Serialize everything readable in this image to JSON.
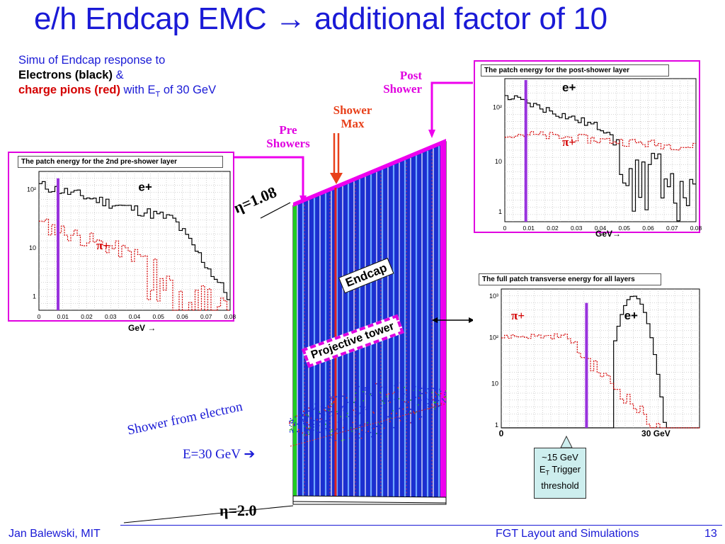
{
  "title": "e/h Endcap EMC → additional factor of 10",
  "intro": {
    "line1": "Simu of Endcap response to",
    "electrons": "Electrons (black)",
    "amp": "&",
    "pions": "charge pions (red)",
    "with": "with E",
    "sub_t": "T",
    "of30": "of 30 GeV"
  },
  "detector": {
    "post_shower": [
      "Post",
      "Shower"
    ],
    "shower_max": [
      "Shower",
      "Max"
    ],
    "pre_showers": [
      "Pre",
      "Showers"
    ],
    "eta_top": "η=1.08",
    "eta_bottom": "η=2.0",
    "endcap": "Endcap",
    "projective_tower": "Projective tower",
    "shower_from_electron": "Shower from electron",
    "shower_energy": "E=30 GeV"
  },
  "colors": {
    "title_blue": "#1a1ad6",
    "magenta": "#e000e0",
    "electron": "#000000",
    "pion": "#d40000",
    "threshold": "#9933dd",
    "shower_max_arrow": "#e8401a",
    "trigger_box": "#cdeeee"
  },
  "plots": [
    {
      "id": "pre-shower",
      "heading": "The patch energy for the 2nd pre-shower layer",
      "xaxis": "GeV →",
      "xticks": [
        "0",
        "0.01",
        "0.02",
        "0.03",
        "0.04",
        "0.05",
        "0.06",
        "0.07",
        "0.08"
      ],
      "yticks": [
        "10²",
        "10",
        "1"
      ],
      "label_e": "e+",
      "label_pi": "π+"
    },
    {
      "id": "post-shower",
      "heading": "The patch energy for the post-shower layer",
      "xaxis": "GeV→",
      "xticks": [
        "0",
        "0.01",
        "0.02",
        "0.03",
        "0.04",
        "0.05",
        "0.06",
        "0.07",
        "0.08"
      ],
      "yticks": [
        "10²",
        "10",
        "1"
      ],
      "label_e": "e+",
      "label_pi": "π+"
    },
    {
      "id": "full-patch",
      "heading": "The full patch transverse energy for all layers",
      "xticks": [
        "0",
        "30 GeV"
      ],
      "yticks": [
        "10³",
        "10²",
        "10",
        "1"
      ],
      "label_e": "e+",
      "label_pi": "π+"
    }
  ],
  "trigger_box": {
    "line1": "~15 GeV",
    "line2_main": "E",
    "line2_sub": "T",
    "line2_rest": " Trigger",
    "line3": "threshold"
  },
  "footer": {
    "author": "Jan Balewski, MIT",
    "talk": "FGT Layout and Simulations",
    "page": "13"
  }
}
